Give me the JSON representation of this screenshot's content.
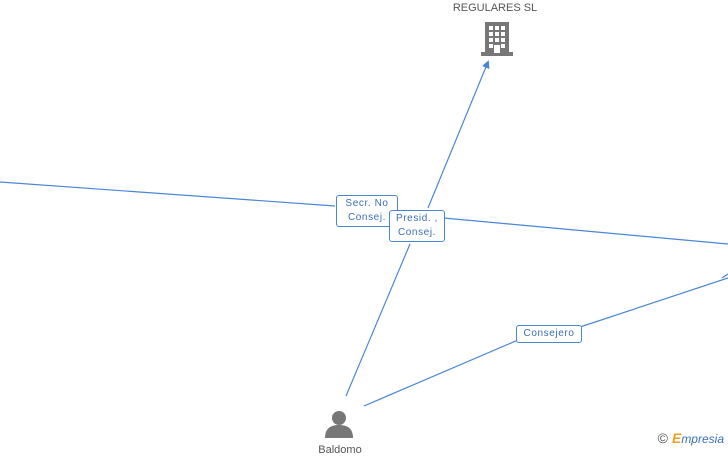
{
  "nodes": {
    "company": {
      "label": "REGULARES SL",
      "icon": "building-icon"
    },
    "person": {
      "label": "Baldomo",
      "icon": "person-icon"
    }
  },
  "edges": {
    "secr_no_consej": {
      "line1": "Secr. No",
      "line2": "Consej."
    },
    "presid_consej": {
      "line1": "Presid. ,",
      "line2": "Consej."
    },
    "consejero": {
      "label": "Consejero"
    }
  },
  "watermark": {
    "copyright": "©",
    "brand_initial": "E",
    "brand_rest": "mpresia"
  },
  "colors": {
    "edge": "#4a86d6",
    "icon": "#777777",
    "accent": "#f0a020"
  }
}
